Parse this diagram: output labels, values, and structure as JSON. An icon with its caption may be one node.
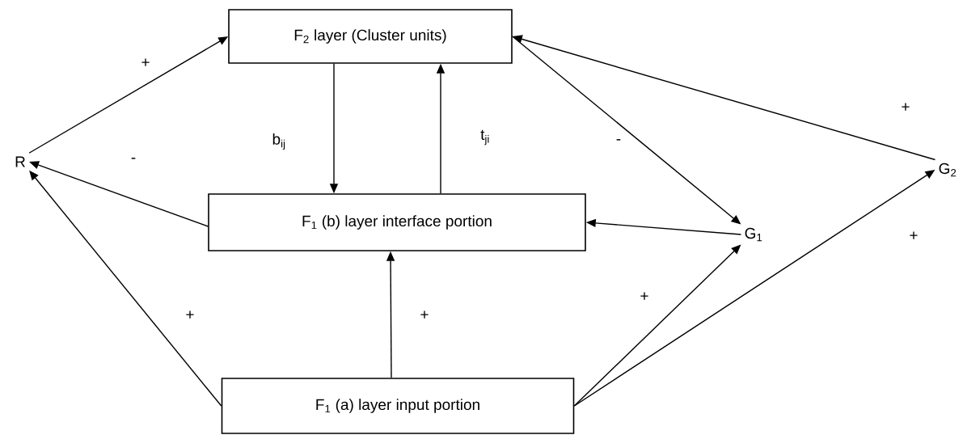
{
  "diagram": {
    "nodes": [
      {
        "text": [
          "F$_{2}$ layer (Cluster units)"
        ]
      },
      {
        "text": [
          "F$_{1}$ (b) layer interface portion"
        ]
      },
      {
        "text": [
          "F$_{1}$ (a) layer input portion"
        ]
      },
      {
        "text": [
          "R"
        ]
      },
      {
        "text": [
          "G$_{1}$"
        ]
      },
      {
        "text": [
          "G$_{2}$"
        ]
      }
    ],
    "edges": [
      {
        "from": 3,
        "to": 0,
        "arrow": "to",
        "label": "+"
      },
      {
        "from": 0,
        "to": 1,
        "arrow": "to",
        "label": "b$_{ij}$"
      },
      {
        "from": 1,
        "to": 0,
        "arrow": "to",
        "label": "t$_{ji}$"
      },
      {
        "from": 1,
        "to": 3,
        "arrow": "to",
        "label": "-"
      },
      {
        "from": 2,
        "to": 3,
        "arrow": "to",
        "label": "+"
      },
      {
        "from": 2,
        "to": 1,
        "arrow": "to",
        "label": "+"
      },
      {
        "from": 0,
        "to": 4,
        "arrow": "to",
        "label": "-"
      },
      {
        "from": 4,
        "to": 1,
        "arrow": "to"
      },
      {
        "from": 5,
        "to": 0,
        "arrow": "to",
        "label": "+"
      },
      {
        "from": 2,
        "to": 4,
        "arrow": "to",
        "label": "+"
      },
      {
        "from": 2,
        "to": 5,
        "arrow": "to",
        "label": "+"
      }
    ]
  }
}
